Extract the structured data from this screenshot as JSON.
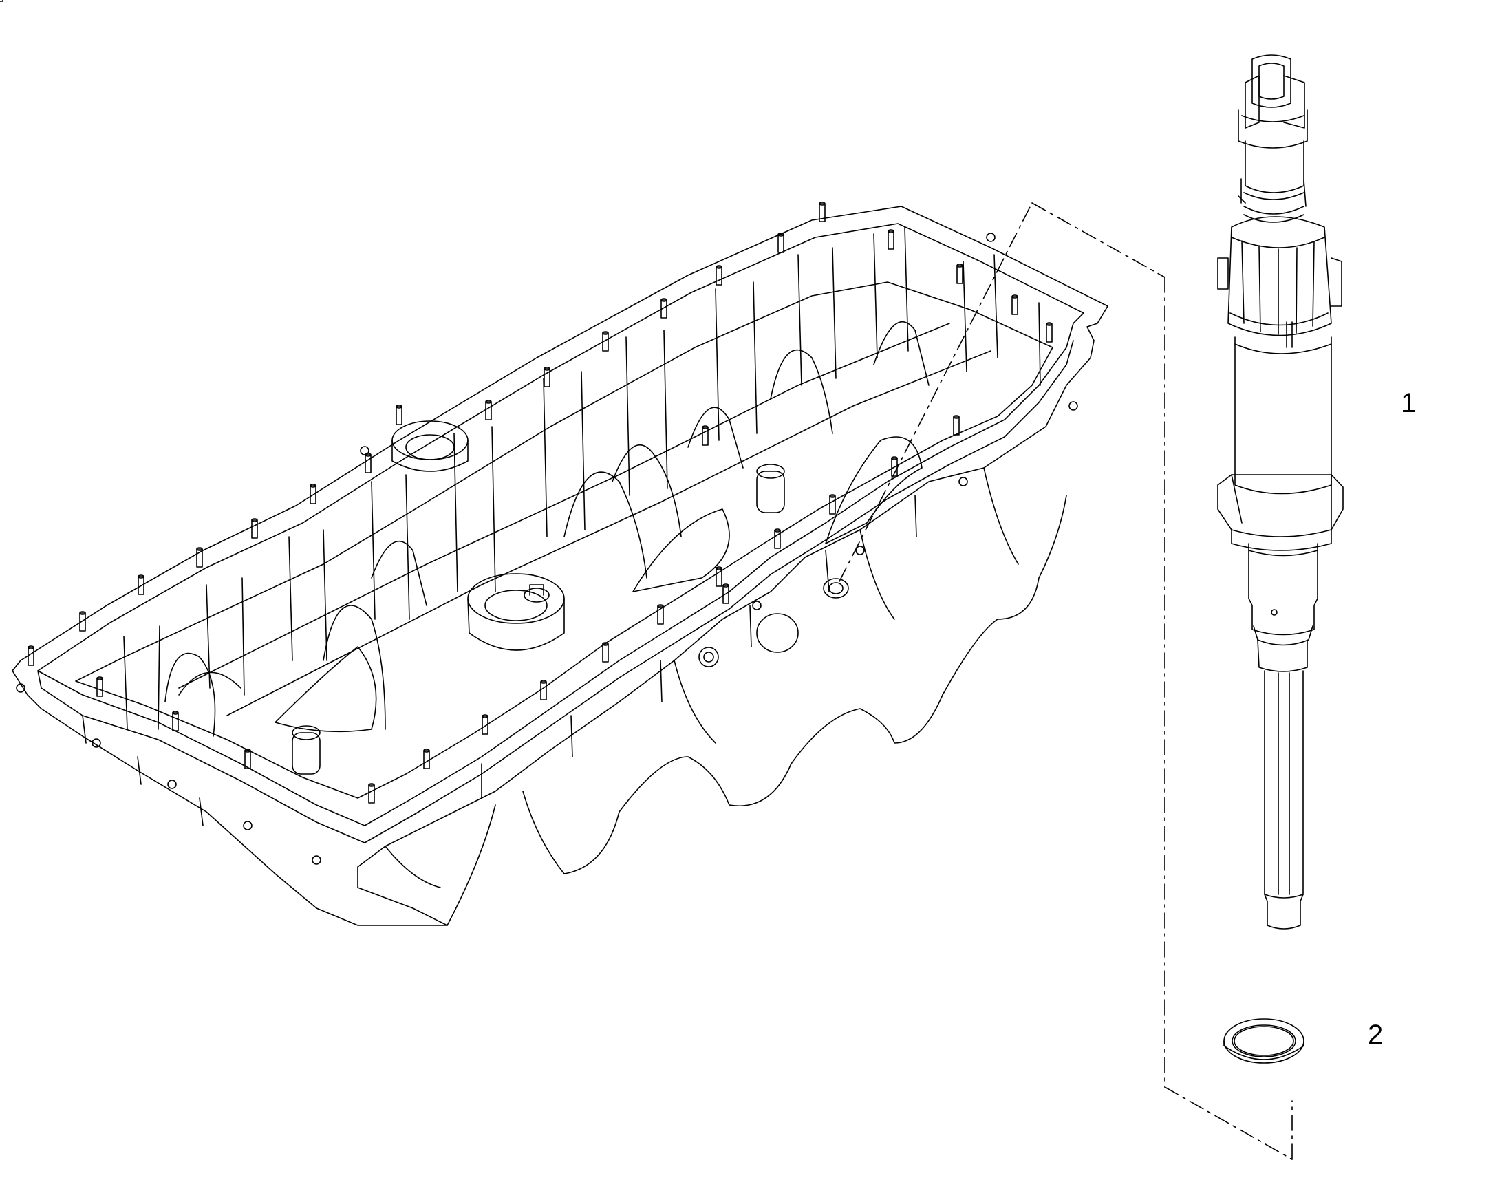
{
  "diagram": {
    "type": "exploded-parts-view",
    "colors": {
      "line": "#000000",
      "background": "#ffffff"
    },
    "callouts": [
      {
        "id": "1",
        "label": "1",
        "part": "oil-level-sensor"
      },
      {
        "id": "2",
        "label": "2",
        "part": "sealing-washer"
      }
    ]
  }
}
